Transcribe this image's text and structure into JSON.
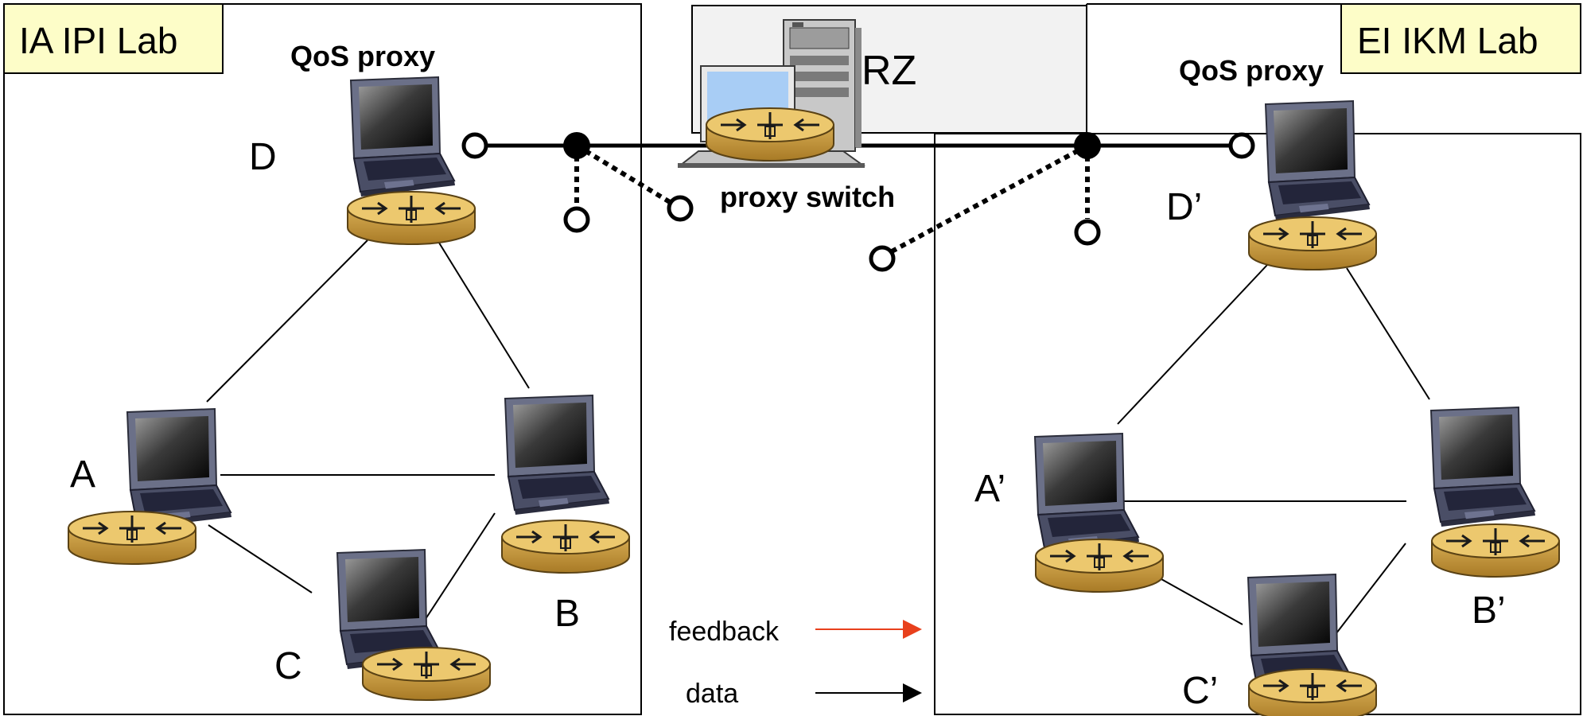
{
  "labs": {
    "left": {
      "title": "IA IPI Lab",
      "proxy_label": "QoS proxy",
      "nodes": {
        "d": "D",
        "a": "A",
        "b": "B",
        "c": "C"
      }
    },
    "right": {
      "title": "EI IKM Lab",
      "proxy_label": "QoS proxy",
      "nodes": {
        "d": "D’",
        "a": "A’",
        "b": "B’",
        "c": "C’"
      }
    }
  },
  "center": {
    "rz_label": "RZ",
    "switch_label": "proxy switch"
  },
  "legend": {
    "feedback_label": "feedback",
    "feedback_color": "#e8401c",
    "data_label": "data",
    "data_color": "#000000"
  },
  "colors": {
    "lab_title_bg": "#fdfdc8",
    "router_body": "#c49a3e",
    "router_top": "#e9c878",
    "rz_bg": "#f2f2f2"
  }
}
